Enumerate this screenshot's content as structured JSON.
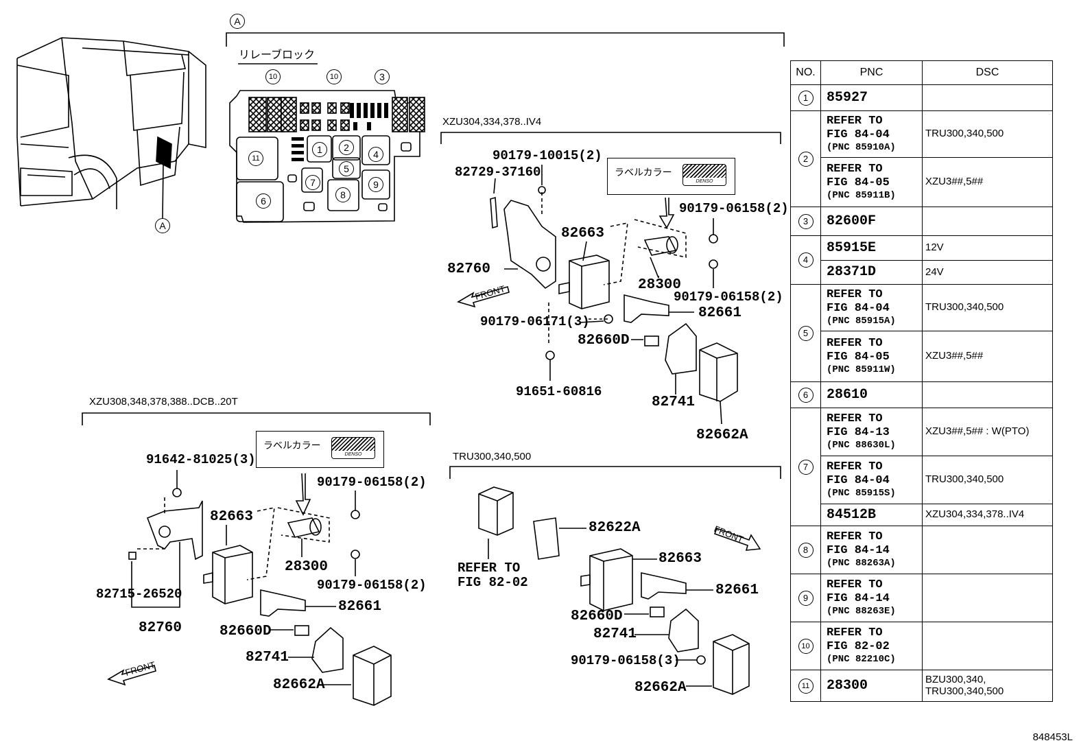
{
  "callout_main": "A",
  "relay_block_title": "リレーブロック",
  "relay_callouts": {
    "c1": "1",
    "c2": "2",
    "c3": "3",
    "c4": "4",
    "c5": "5",
    "c6": "6",
    "c7": "7",
    "c8": "8",
    "c9": "9",
    "c10a": "10",
    "c10b": "10",
    "c11": "11"
  },
  "truck_callout": "A",
  "label_color": "ラベルカラー",
  "label_brand": "DENSO",
  "front_label": "FRONT",
  "sections": {
    "s1": "XZU304,334,378..IV4",
    "s2": "XZU308,348,378,388..DCB..20T",
    "s3": "TRU300,340,500"
  },
  "parts_s1": {
    "p1": "90179-10015(2)",
    "p2": "82729-37160",
    "p3": "90179-06158(2)",
    "p4": "82663",
    "p5": "82760",
    "p6": "28300",
    "p7": "90179-06158(2)",
    "p8": "82661",
    "p9": "90179-06171(3)",
    "p10": "82660D",
    "p11": "91651-60816",
    "p12": "82741",
    "p13": "82662A"
  },
  "parts_s2": {
    "p1": "91642-81025(3)",
    "p2": "90179-06158(2)",
    "p3": "82663",
    "p4": "28300",
    "p5": "90179-06158(2)",
    "p6": "82715-26520",
    "p7": "82760",
    "p8": "82661",
    "p9": "82660D",
    "p10": "82741",
    "p11": "82662A"
  },
  "parts_s3": {
    "p1a": "REFER TO",
    "p1b": "FIG 82-02",
    "p2": "82622A",
    "p3": "82663",
    "p4": "82661",
    "p5": "82660D",
    "p6": "82741",
    "p7": "90179-06158(3)",
    "p8": "82662A"
  },
  "table": {
    "headers": {
      "no": "NO.",
      "pnc": "PNC",
      "dsc": "DSC"
    },
    "r1": {
      "no": "1",
      "pnc": "85927",
      "dsc": ""
    },
    "r2a": {
      "no": "2",
      "l1": "REFER TO",
      "l2": "FIG 84-04",
      "l3": "(PNC 85910A)",
      "dsc": "TRU300,340,500"
    },
    "r2b": {
      "l1": "REFER TO",
      "l2": "FIG 84-05",
      "l3": "(PNC 85911B)",
      "dsc": "XZU3##,5##"
    },
    "r3": {
      "no": "3",
      "pnc": "82600F",
      "dsc": ""
    },
    "r4a": {
      "no": "4",
      "pnc": "85915E",
      "dsc": "12V"
    },
    "r4b": {
      "pnc": "28371D",
      "dsc": "24V"
    },
    "r5a": {
      "no": "5",
      "l1": "REFER TO",
      "l2": "FIG 84-04",
      "l3": "(PNC 85915A)",
      "dsc": "TRU300,340,500"
    },
    "r5b": {
      "l1": "REFER TO",
      "l2": "FIG 84-05",
      "l3": "(PNC 85911W)",
      "dsc": "XZU3##,5##"
    },
    "r6": {
      "no": "6",
      "pnc": "28610",
      "dsc": ""
    },
    "r7a": {
      "no": "7",
      "l1": "REFER TO",
      "l2": "FIG 84-13",
      "l3": "(PNC 88630L)",
      "dsc": "XZU3##,5## : W(PTO)"
    },
    "r7b": {
      "l1": "REFER TO",
      "l2": "FIG 84-04",
      "l3": "(PNC 85915S)",
      "dsc": "TRU300,340,500"
    },
    "r7c": {
      "pnc": "84512B",
      "dsc": "XZU304,334,378..IV4"
    },
    "r8": {
      "no": "8",
      "l1": "REFER TO",
      "l2": "FIG 84-14",
      "l3": "(PNC 88263A)",
      "dsc": ""
    },
    "r9": {
      "no": "9",
      "l1": "REFER TO",
      "l2": "FIG 84-14",
      "l3": "(PNC 88263E)",
      "dsc": ""
    },
    "r10": {
      "no": "10",
      "l1": "REFER TO",
      "l2": "FIG 82-02",
      "l3": "(PNC 82210C)",
      "dsc": ""
    },
    "r11": {
      "no": "11",
      "pnc": "28300",
      "dsc1": "BZU300,340,",
      "dsc2": "TRU300,340,500"
    }
  },
  "figure_code": "848453L"
}
